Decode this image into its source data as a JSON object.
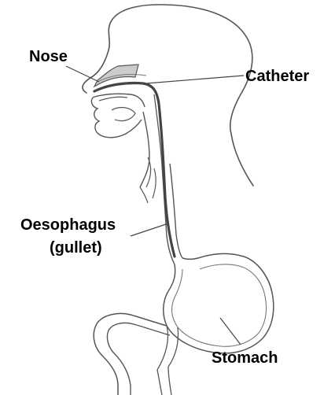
{
  "labels": {
    "nose": "Nose",
    "catheter": "Catheter",
    "oesophagus": "Oesophagus",
    "gullet": "(gullet)",
    "stomach": "Stomach"
  },
  "colors": {
    "outline": "#555555",
    "catheter": "#444444",
    "text": "#000000",
    "background": "#ffffff"
  }
}
